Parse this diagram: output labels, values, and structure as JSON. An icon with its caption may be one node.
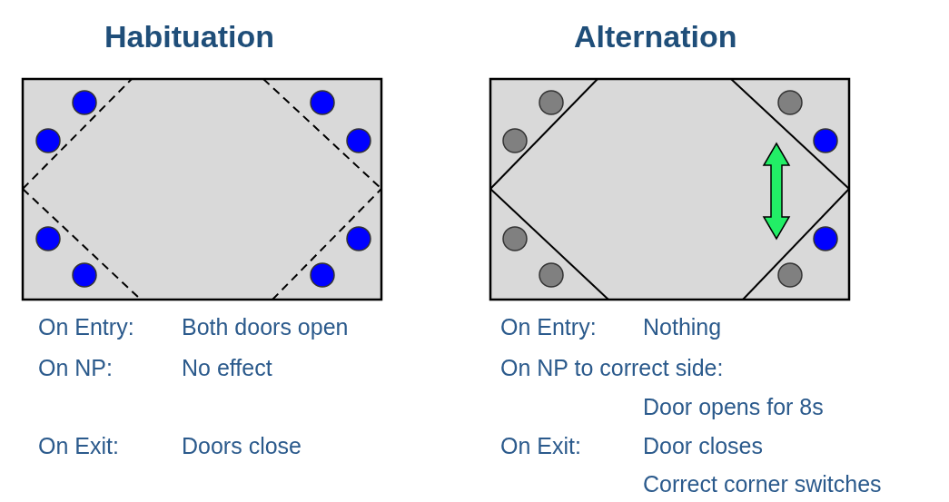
{
  "diagram": {
    "labels": [
      "Habituation",
      "Alternation",
      "On Entry:",
      "Both doors open",
      "On NP:",
      "No effect",
      "On Exit:",
      "Doors close",
      "On Entry:",
      "Nothing",
      "On NP to correct side:",
      "Door opens for 8s",
      "On Exit:",
      "Door closes",
      "Correct corner switches"
    ]
  }
}
